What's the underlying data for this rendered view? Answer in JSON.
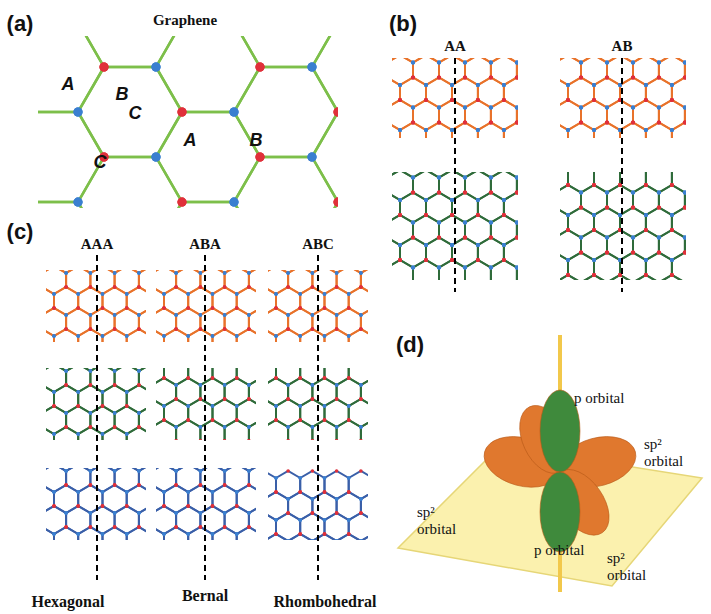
{
  "diagram": {
    "labels": [
      "(a)",
      "Graphene",
      "A",
      "B",
      "C",
      "C",
      "A",
      "B",
      "(b)",
      "AA",
      "AB",
      "(c)",
      "AAA",
      "ABA",
      "ABC",
      "(d)",
      "p orbital",
      "sp² orbital",
      "sp² orbital",
      "p orbital",
      "sp² orbital",
      "Hexagonal",
      "Bernal",
      "Rhombohedral"
    ]
  }
}
